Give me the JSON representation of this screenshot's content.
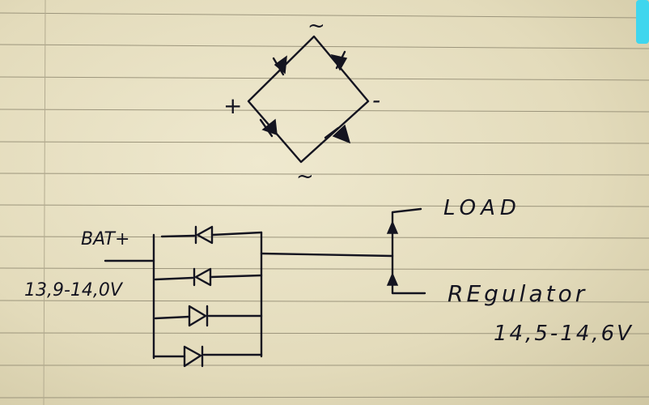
{
  "bridge": {
    "ac_top_label": "~",
    "ac_bottom_label": "~",
    "positive_label": "+",
    "negative_label": "-"
  },
  "battery": {
    "label": "BAT+",
    "voltage": "13,9-14,0V"
  },
  "load": {
    "label": "LOAD"
  },
  "regulator": {
    "label": "REgulator",
    "voltage": "14,5-14,6V"
  },
  "colors": {
    "paper": "#e6dfc2",
    "ink": "#141420",
    "corner_tab": "#3fd6ee"
  }
}
